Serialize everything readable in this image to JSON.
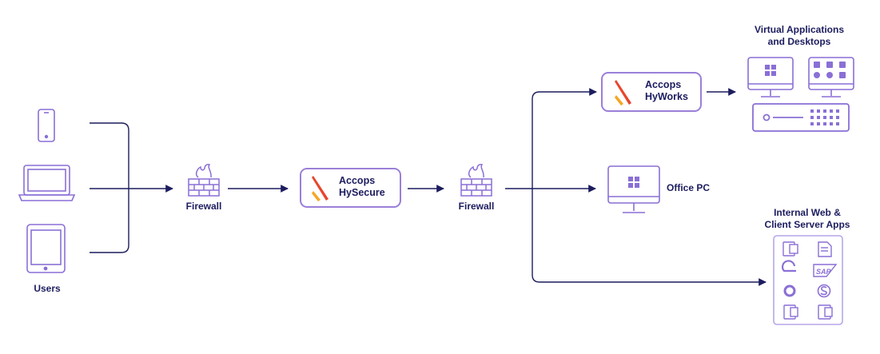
{
  "users": {
    "label": "Users"
  },
  "firewall_left": {
    "label": "Firewall"
  },
  "firewall_right": {
    "label": "Firewall"
  },
  "hysecure": {
    "line1": "Accops",
    "line2": "HySecure"
  },
  "hyworks": {
    "line1": "Accops",
    "line2": "HyWorks"
  },
  "office_pc": {
    "label": "Office PC"
  },
  "virtual_apps": {
    "line1": "Virtual Applications",
    "line2": "and Desktops"
  },
  "internal_apps": {
    "line1": "Internal Web &",
    "line2": "Client Server Apps"
  },
  "colors": {
    "icon_stroke": "#8a6fd6",
    "connector": "#1c1c5f",
    "logo_red": "#e8452c",
    "logo_orange": "#f5a623",
    "text": "#1c1c5f"
  },
  "icons": [
    "smartphone-icon",
    "laptop-icon",
    "tablet-icon",
    "firewall-icon",
    "monitor-icon",
    "windows-icon",
    "server-icon",
    "word-icon",
    "document-icon",
    "internet-explorer-icon",
    "sap-icon",
    "circle-app-icon",
    "skype-icon",
    "excel-icon",
    "powerpoint-icon"
  ]
}
